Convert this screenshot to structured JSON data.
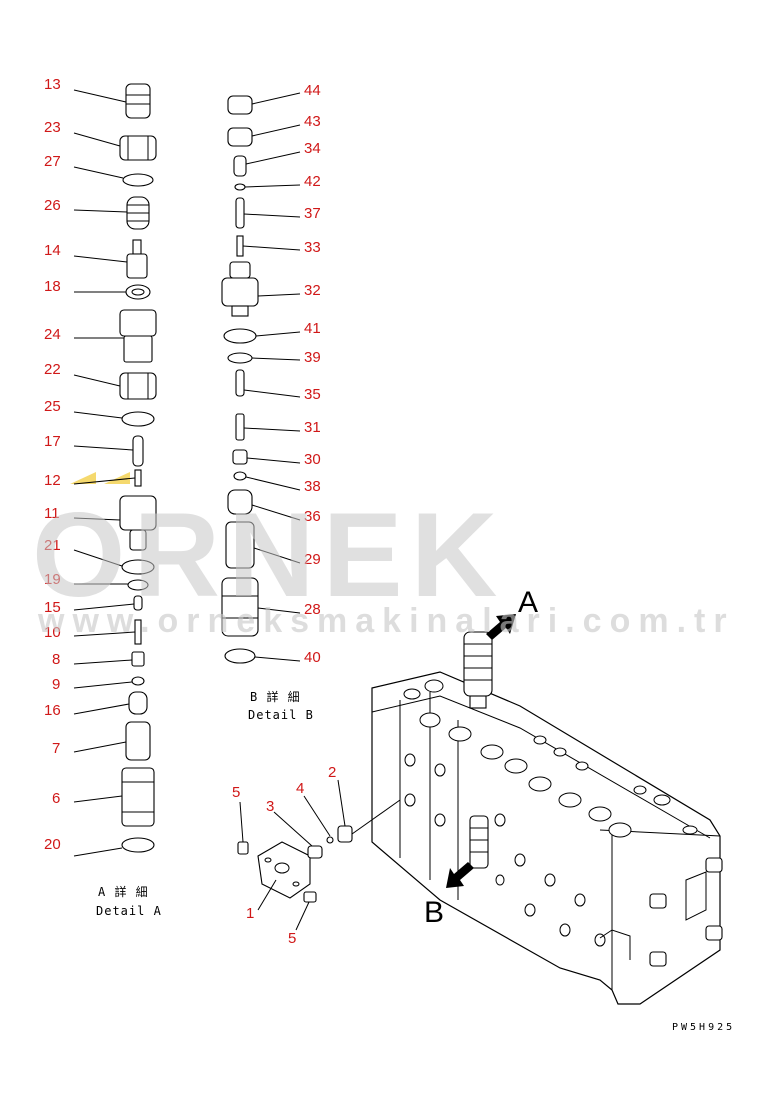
{
  "watermark": {
    "brand": "ORNEK",
    "url": "www.orneksmakinalari.com.tr"
  },
  "detail_a": {
    "caption_jp": "A 詳 細",
    "caption_en": "Detail A",
    "items": [
      {
        "label": "13"
      },
      {
        "label": "23"
      },
      {
        "label": "27"
      },
      {
        "label": "26"
      },
      {
        "label": "14"
      },
      {
        "label": "18"
      },
      {
        "label": "24"
      },
      {
        "label": "22"
      },
      {
        "label": "25"
      },
      {
        "label": "17"
      },
      {
        "label": "12"
      },
      {
        "label": "11"
      },
      {
        "label": "21"
      },
      {
        "label": "19"
      },
      {
        "label": "15"
      },
      {
        "label": "10"
      },
      {
        "label": "8"
      },
      {
        "label": "9"
      },
      {
        "label": "16"
      },
      {
        "label": "7"
      },
      {
        "label": "6"
      },
      {
        "label": "20"
      }
    ]
  },
  "detail_b": {
    "caption_jp": "B 詳 細",
    "caption_en": "Detail B",
    "items": [
      {
        "label": "44"
      },
      {
        "label": "43"
      },
      {
        "label": "34"
      },
      {
        "label": "42"
      },
      {
        "label": "37"
      },
      {
        "label": "33"
      },
      {
        "label": "32"
      },
      {
        "label": "41"
      },
      {
        "label": "39"
      },
      {
        "label": "35"
      },
      {
        "label": "31"
      },
      {
        "label": "30"
      },
      {
        "label": "38"
      },
      {
        "label": "36"
      },
      {
        "label": "29"
      },
      {
        "label": "28"
      },
      {
        "label": "40"
      }
    ]
  },
  "assembly": {
    "callouts": [
      {
        "label": "1"
      },
      {
        "label": "2"
      },
      {
        "label": "3"
      },
      {
        "label": "4"
      },
      {
        "label": "5"
      },
      {
        "label": "5"
      }
    ],
    "view_a": "A",
    "view_b": "B"
  },
  "drawing_code": "PW5H925"
}
